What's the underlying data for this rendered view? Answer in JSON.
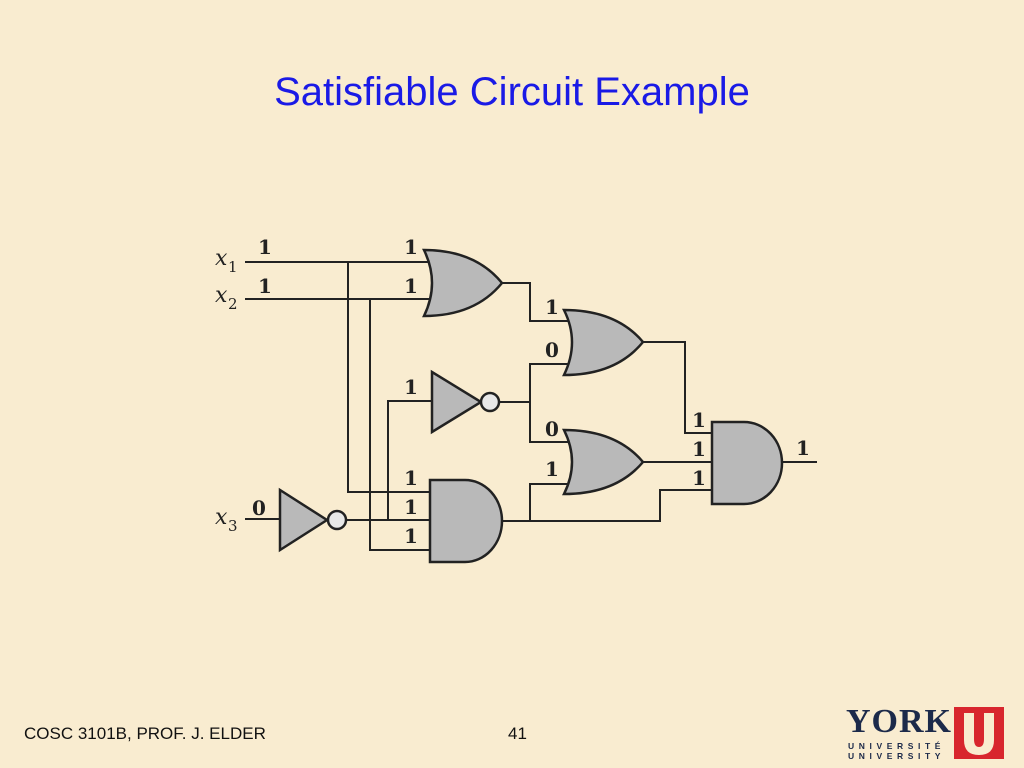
{
  "slide": {
    "title": "Satisfiable Circuit Example",
    "footer_left": "COSC 3101B, PROF. J. ELDER",
    "page_number": "41"
  },
  "circuit": {
    "inputs": [
      {
        "var": "x",
        "sub": "1",
        "value": "1"
      },
      {
        "var": "x",
        "sub": "2",
        "value": "1"
      },
      {
        "var": "x",
        "sub": "3",
        "value": "0"
      }
    ],
    "or1_inputs": [
      "1",
      "1"
    ],
    "not1_input": "1",
    "and1_inputs": [
      "1",
      "1",
      "1"
    ],
    "or2_inputs": [
      "1",
      "0"
    ],
    "or3_inputs": [
      "0",
      "1"
    ],
    "and2_inputs": [
      "1",
      "1",
      "1"
    ],
    "output": "1"
  },
  "logo": {
    "word": "YORK",
    "line1": "UNIVERSITÉ",
    "line2": "UNIVERSITY",
    "colors": {
      "navy": "#1c2a4a",
      "red": "#d8262e"
    }
  },
  "colors": {
    "background": "#f9ecd0",
    "title": "#1a1ae6",
    "gate_fill": "#b9b9b9"
  }
}
